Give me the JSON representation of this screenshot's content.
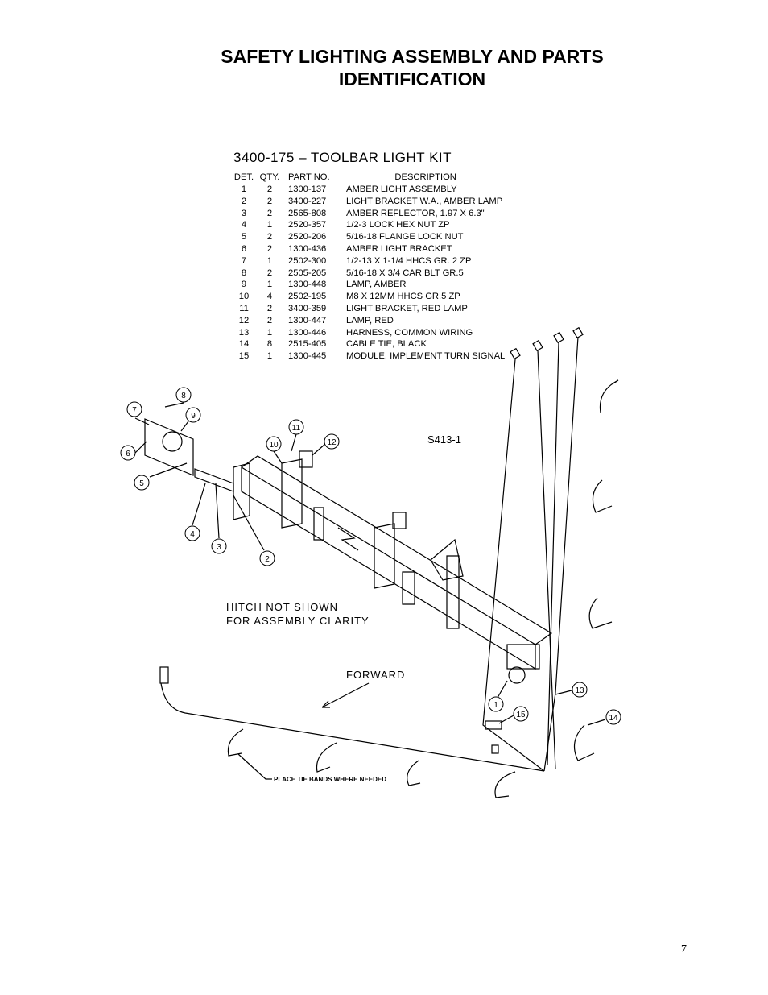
{
  "page": {
    "title_line1": "SAFETY LIGHTING ASSEMBLY AND PARTS",
    "title_line2": "IDENTIFICATION",
    "page_number": "7"
  },
  "kit": {
    "title": "3400-175  –  TOOLBAR LIGHT KIT",
    "headers": {
      "det": "DET.",
      "qty": "QTY.",
      "part": "PART NO.",
      "desc": "DESCRIPTION"
    },
    "rows": [
      {
        "det": "1",
        "qty": "2",
        "part": "1300-137",
        "desc": "AMBER LIGHT ASSEMBLY"
      },
      {
        "det": "2",
        "qty": "2",
        "part": "3400-227",
        "desc": "LIGHT BRACKET W.A., AMBER LAMP"
      },
      {
        "det": "3",
        "qty": "2",
        "part": "2565-808",
        "desc": "AMBER REFLECTOR, 1.97 X 6.3\""
      },
      {
        "det": "4",
        "qty": "1",
        "part": "2520-357",
        "desc": "1/2-3 LOCK HEX NUT ZP"
      },
      {
        "det": "5",
        "qty": "2",
        "part": "2520-206",
        "desc": "5/16-18 FLANGE LOCK NUT"
      },
      {
        "det": "6",
        "qty": "2",
        "part": "1300-436",
        "desc": "AMBER LIGHT BRACKET"
      },
      {
        "det": "7",
        "qty": "1",
        "part": "2502-300",
        "desc": "1/2-13 X 1-1/4 HHCS GR. 2 ZP"
      },
      {
        "det": "8",
        "qty": "2",
        "part": "2505-205",
        "desc": "5/16-18 X 3/4 CAR BLT GR.5"
      },
      {
        "det": "9",
        "qty": "1",
        "part": "1300-448",
        "desc": "LAMP, AMBER"
      },
      {
        "det": "10",
        "qty": "4",
        "part": "2502-195",
        "desc": "M8 X 12MM HHCS GR.5 ZP"
      },
      {
        "det": "11",
        "qty": "2",
        "part": "3400-359",
        "desc": "LIGHT BRACKET, RED LAMP"
      },
      {
        "det": "12",
        "qty": "2",
        "part": "1300-447",
        "desc": "LAMP, RED"
      },
      {
        "det": "13",
        "qty": "1",
        "part": "1300-446",
        "desc": "HARNESS, COMMON WIRING"
      },
      {
        "det": "14",
        "qty": "8",
        "part": "2515-405",
        "desc": "CABLE TIE, BLACK"
      },
      {
        "det": "15",
        "qty": "1",
        "part": "1300-445",
        "desc": "MODULE, IMPLEMENT TURN SIGNAL"
      }
    ]
  },
  "drawing": {
    "drawing_id": "S413-1",
    "hitch_note_line1": "HITCH NOT SHOWN",
    "hitch_note_line2": "FOR ASSEMBLY CLARITY",
    "forward_label": "FORWARD",
    "tie_band_note": "PLACE TIE BANDS WHERE NEEDED",
    "callouts": [
      "1",
      "2",
      "3",
      "4",
      "5",
      "6",
      "7",
      "8",
      "9",
      "10",
      "11",
      "12",
      "13",
      "14",
      "15"
    ]
  }
}
